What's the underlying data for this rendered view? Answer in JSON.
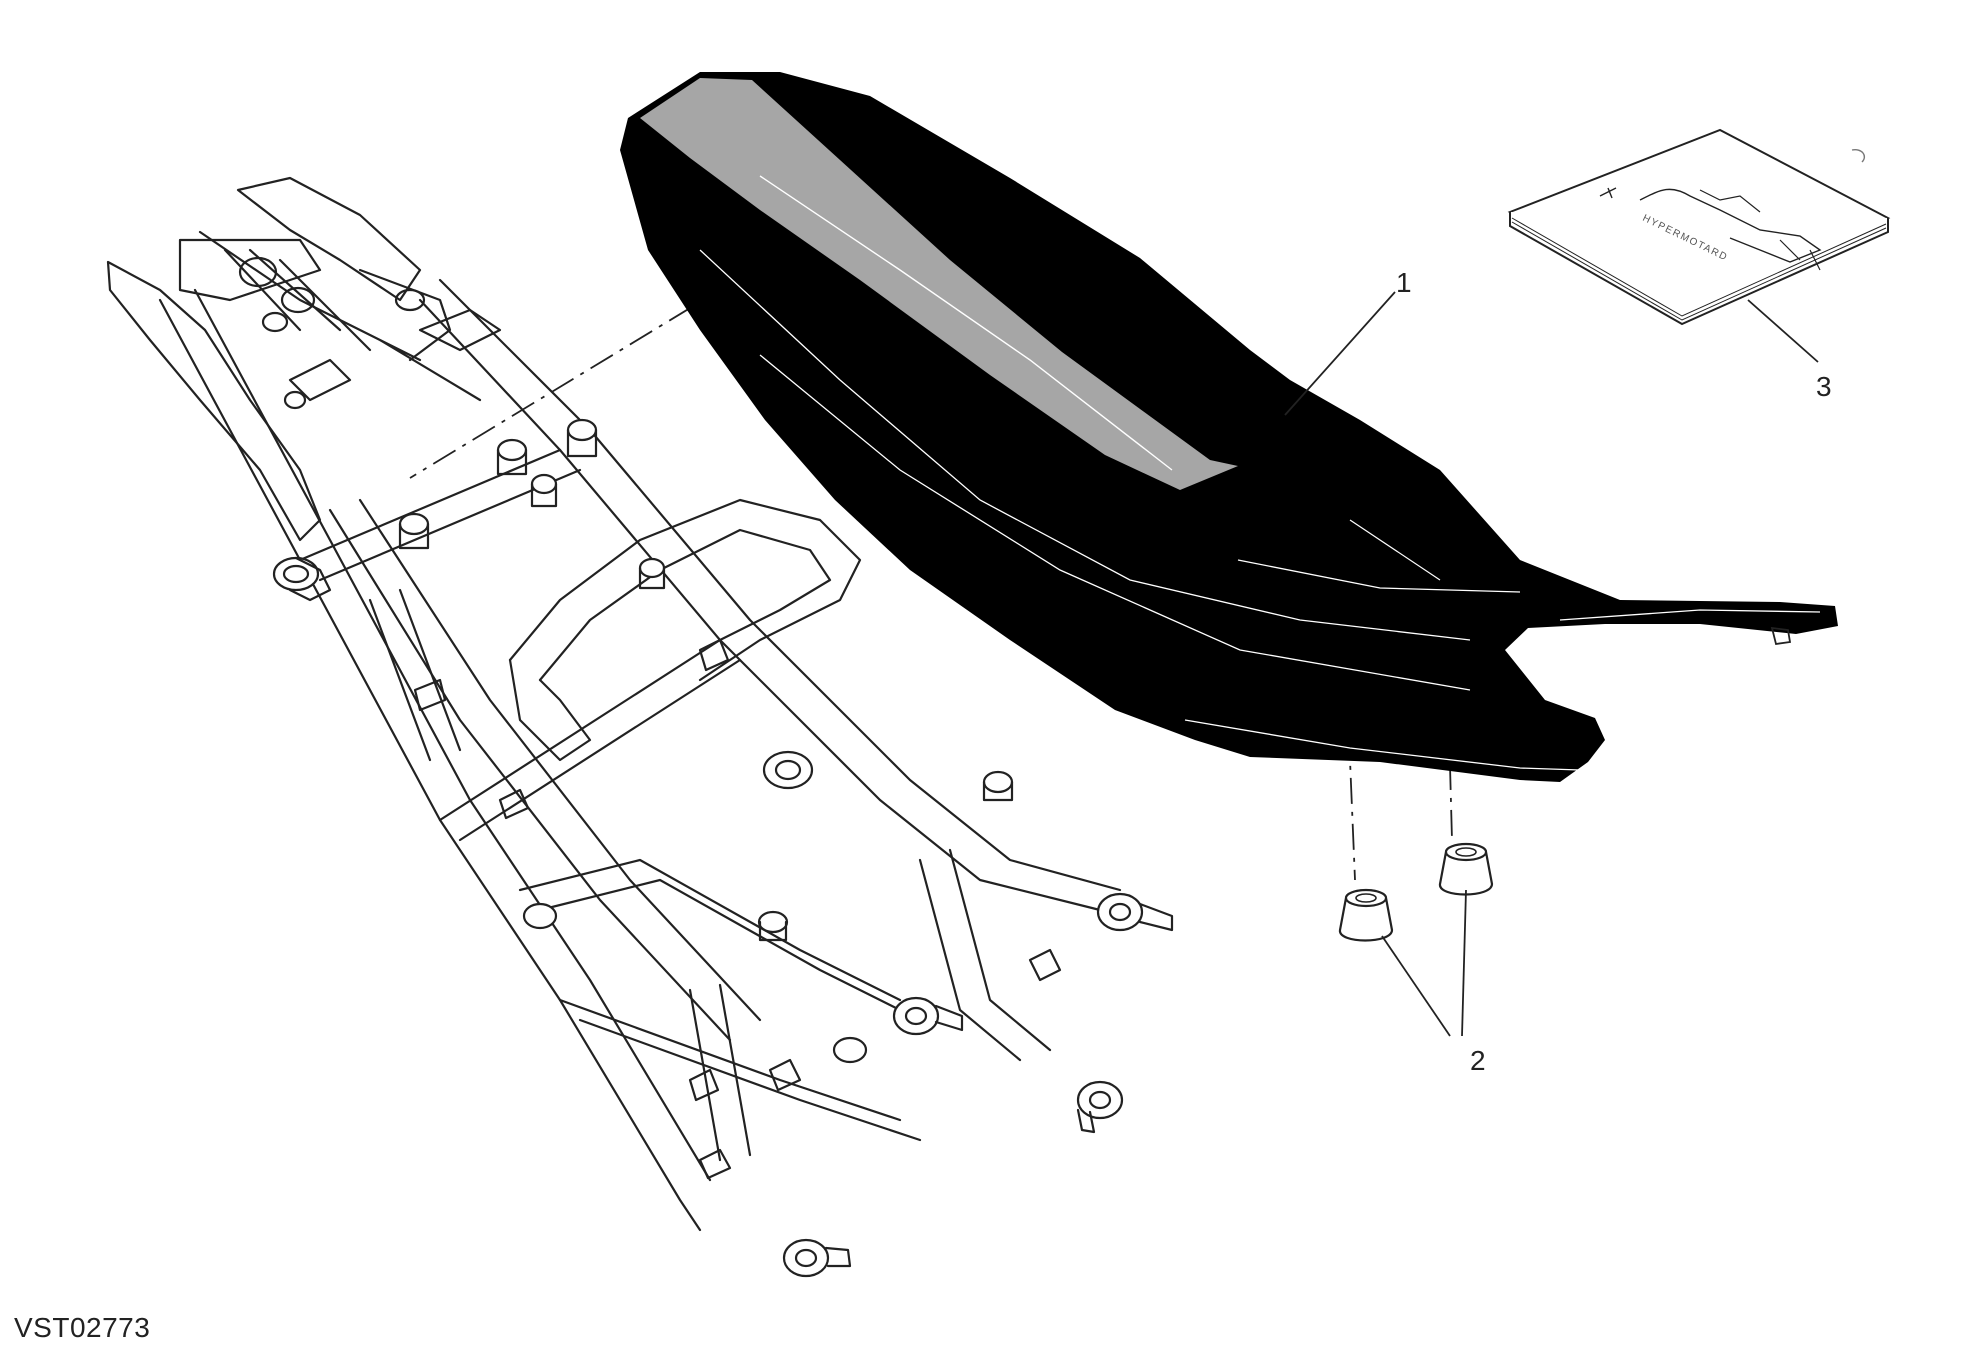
{
  "drawing_code": "VST02773",
  "callouts": [
    {
      "number": "1",
      "part": "seat"
    },
    {
      "number": "2",
      "part": "rubber-pad"
    },
    {
      "number": "3",
      "part": "manual-booklet"
    }
  ],
  "booklet": {
    "cover_text": "HYPERMOTARD"
  },
  "colors": {
    "seat_body": "#000000",
    "seat_stripe": "#a6a6a6",
    "line_art": "#222222",
    "background": "#ffffff"
  }
}
